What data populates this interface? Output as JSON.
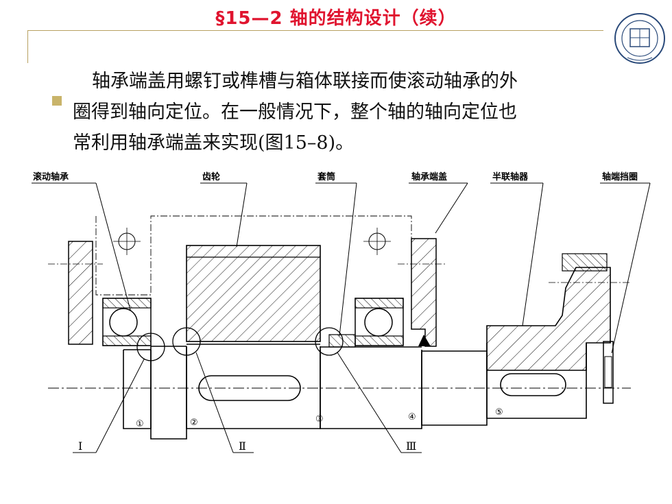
{
  "slide": {
    "title": "§15—2 轴的结构设计（续）",
    "paragraph_line1": "轴承端盖用螺钉或榫槽与箱体联接而使滚动轴承的外",
    "paragraph_line2": "圈得到轴向定位。在一般情况下，整个轴的轴向定位也",
    "paragraph_line3": "常利用轴承端盖来实现(图15–8)。"
  },
  "figure": {
    "labels": {
      "rolling_bearing": "滚动轴承",
      "gear": "齿轮",
      "sleeve": "套筒",
      "bearing_end_cap": "轴承端盖",
      "half_coupling": "半联轴器",
      "shaft_end_retainer": "轴端挡圈"
    },
    "section_numbers": [
      "①",
      "②",
      "③",
      "④",
      "⑤"
    ],
    "detail_marks": [
      "Ⅰ",
      "Ⅱ",
      "Ⅲ"
    ]
  },
  "colors": {
    "title": "#e0142f",
    "frame": "#b8a060",
    "bullet": "#c9b46a"
  }
}
